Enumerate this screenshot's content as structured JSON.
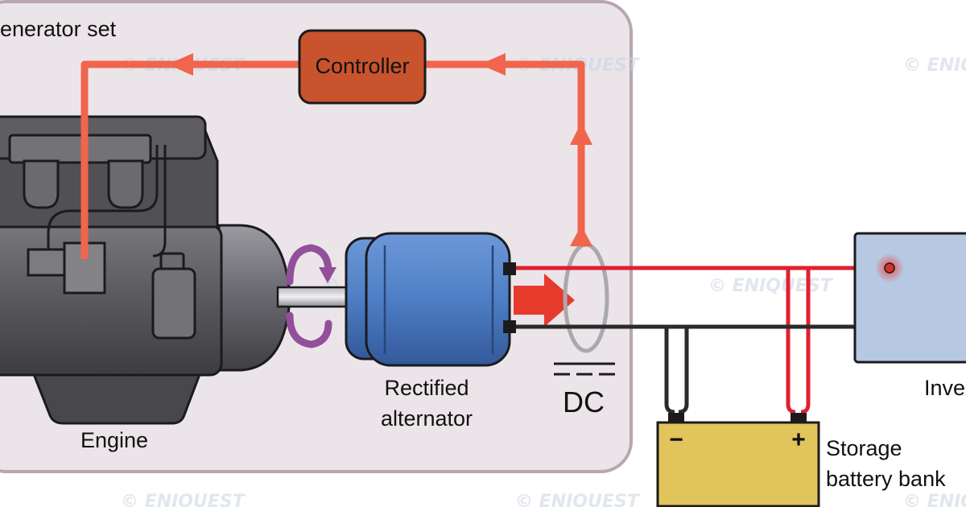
{
  "labels": {
    "generator_set": "enerator set",
    "controller": "Controller",
    "engine": "Engine",
    "alternator_line1": "Rectified",
    "alternator_line2": "alternator",
    "dc": "DC",
    "battery_line1": "Storage",
    "battery_line2": "battery bank",
    "inverter": "Inve",
    "battery_minus": "−",
    "battery_plus": "+"
  },
  "watermark": "© ENIQUEST",
  "colors": {
    "signal_arrow": "#f0654c",
    "controller_fill": "#c9532d",
    "generator_set_bg": "#ebe5e9",
    "generator_set_border": "#b9a6b0",
    "alternator_blue": "#4e7ec4",
    "engine_gray": "#5c5c60",
    "wire_positive": "#e0202e",
    "wire_negative": "#2a2a2a",
    "battery_fill": "#e1c45c",
    "inverter_fill": "#b7c8e3",
    "rotation_purple": "#93509a",
    "power_arrow": "#e53a2c"
  }
}
